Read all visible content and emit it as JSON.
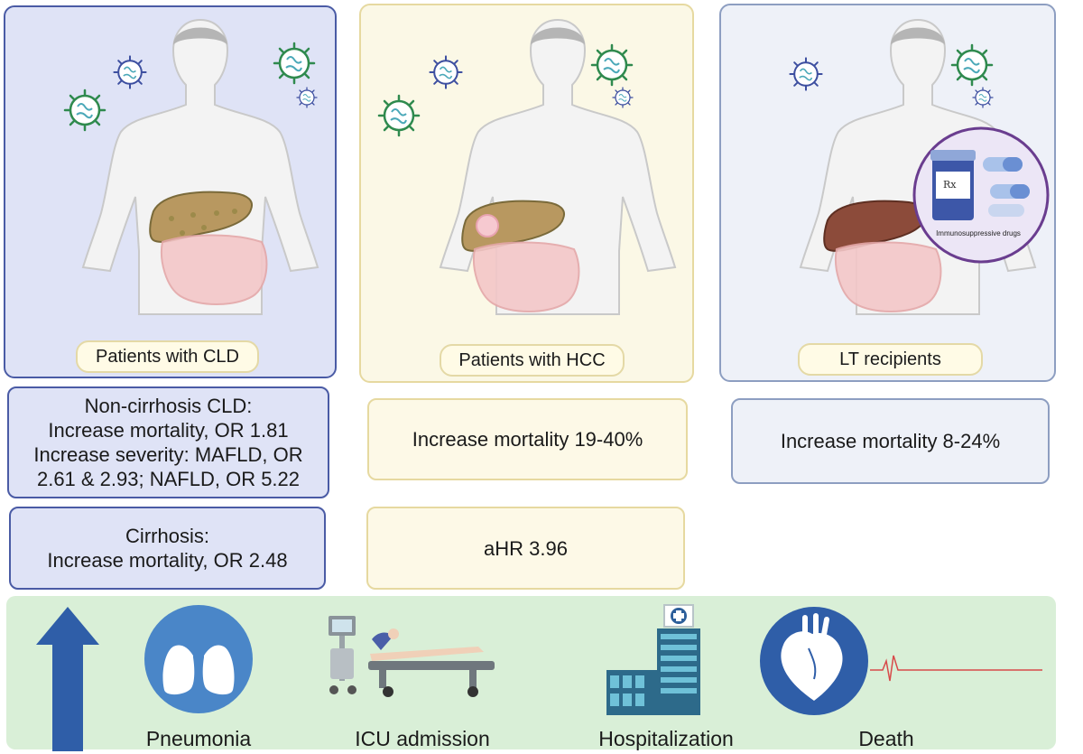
{
  "panels": [
    {
      "label": "Patients with CLD"
    },
    {
      "label": "Patients with HCC"
    },
    {
      "label": "LT recipients"
    }
  ],
  "drug_label": "Immunosuppressive drugs",
  "rx_label": "Rx",
  "boxes": {
    "cld_noncirrhosis": [
      "Non-cirrhosis CLD:",
      "Increase mortality, OR 1.81",
      "Increase severity: MAFLD, OR",
      "2.61 & 2.93; NAFLD, OR 5.22"
    ],
    "cld_cirrhosis": [
      "Cirrhosis:",
      "Increase mortality, OR 2.48"
    ],
    "hcc_mortality": "Increase mortality 19-40%",
    "hcc_ahr": "aHR 3.96",
    "lt_mortality": "Increase mortality 8-24%"
  },
  "outcomes": [
    {
      "label": "Pneumonia",
      "icon": "lungs-icon"
    },
    {
      "label": "ICU admission",
      "icon": "icu-bed-icon"
    },
    {
      "label": "Hospitalization",
      "icon": "hospital-icon"
    },
    {
      "label": "Death",
      "icon": "heart-icon"
    }
  ],
  "colors": {
    "arrow": "#2f5ea8",
    "icon_circle": "#4a86c8",
    "bottom_band": "#d9efd7",
    "virus_green": "#2f8a4e",
    "virus_blue": "#3d4fa0"
  }
}
